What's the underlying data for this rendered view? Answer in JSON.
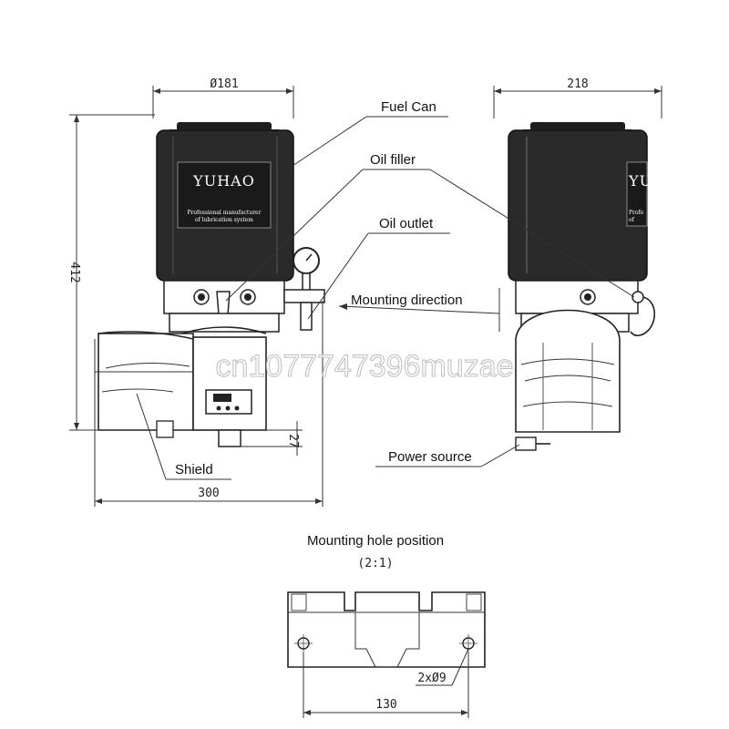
{
  "dimensions": {
    "front_width": "Ø181",
    "side_width": "218",
    "height": "412",
    "base_height": "27",
    "total_width": "300",
    "hole_spacing": "130",
    "hole_spec": "2xØ9"
  },
  "callouts": {
    "fuel_can": "Fuel Can",
    "oil_filler": "Oil filler",
    "oil_outlet": "Oil outlet",
    "mounting_direction": "Mounting direction",
    "power_source": "Power source",
    "shield": "Shield"
  },
  "mounting": {
    "title": "Mounting hole position",
    "scale": "(2:1)"
  },
  "product": {
    "brand": "YUHAO",
    "tagline_1": "Professional manufacturer",
    "tagline_2": "of lubrication system",
    "side_brand": "YU",
    "side_tag": "Profe",
    "side_tag2": "of"
  },
  "watermark": "cn1077747396muzae"
}
